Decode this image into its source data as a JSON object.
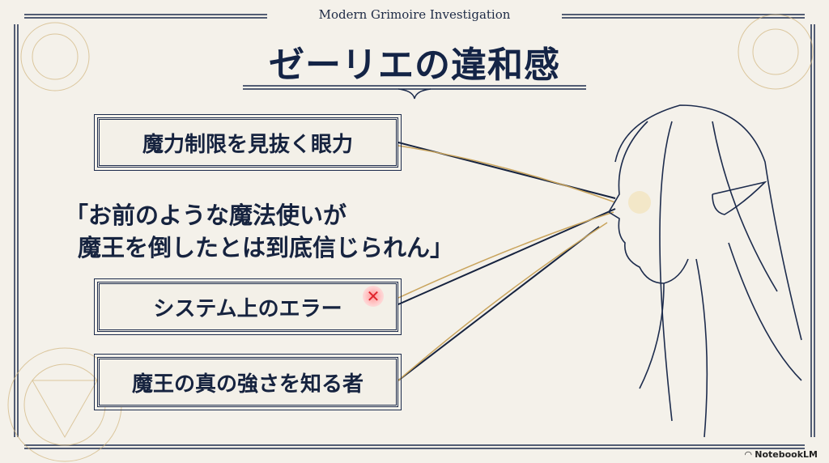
{
  "header": {
    "subtitle": "Modern Grimoire Investigation",
    "title": "ゼーリエの違和感"
  },
  "points": [
    {
      "label": "魔力制限を見抜く眼力"
    },
    {
      "label": "システム上のエラー",
      "icon": "error-x-icon"
    },
    {
      "label": "魔王の真の強さを知る者"
    }
  ],
  "quote": {
    "line1": "「お前のような魔法使いが",
    "line2": "魔王を倒したとは到底信じられん」"
  },
  "footer": {
    "brand": "NotebookLM"
  },
  "colors": {
    "navy": "#16233f",
    "gold": "#c9a45c",
    "background": "#f4f1ea",
    "error": "#e0242c"
  }
}
